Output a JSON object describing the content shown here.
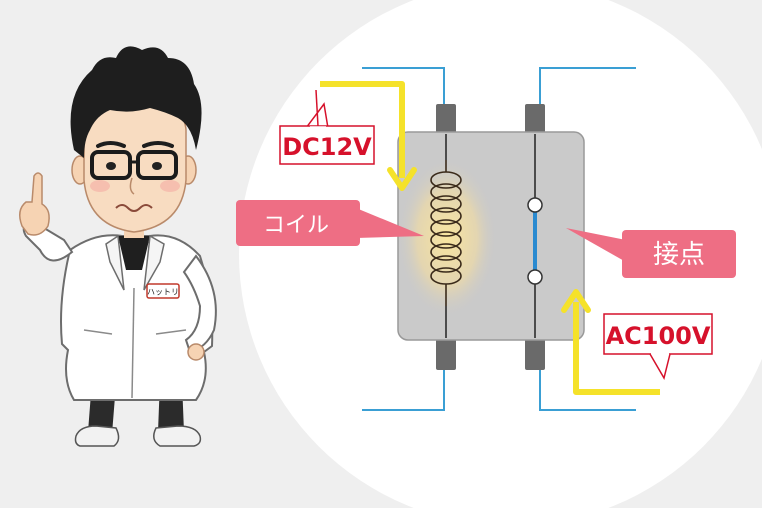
{
  "labels": {
    "coil": "コイル",
    "contact": "接点",
    "dc_voltage": "DC12V",
    "ac_voltage": "AC100V",
    "name_tag": "ハットリ"
  },
  "colors": {
    "background": "#efefef",
    "circle": "#ffffff",
    "relay_body": "#cacaca",
    "wire": "#3a9fd4",
    "arrow": "#f5e22a",
    "pink_label": "#ee6e84",
    "red_text": "#d6112b",
    "coil_glow": "#f7e7a3"
  },
  "icons": {
    "character": "scientist-character-icon",
    "coil": "coil-icon",
    "switch": "contact-switch-icon"
  }
}
